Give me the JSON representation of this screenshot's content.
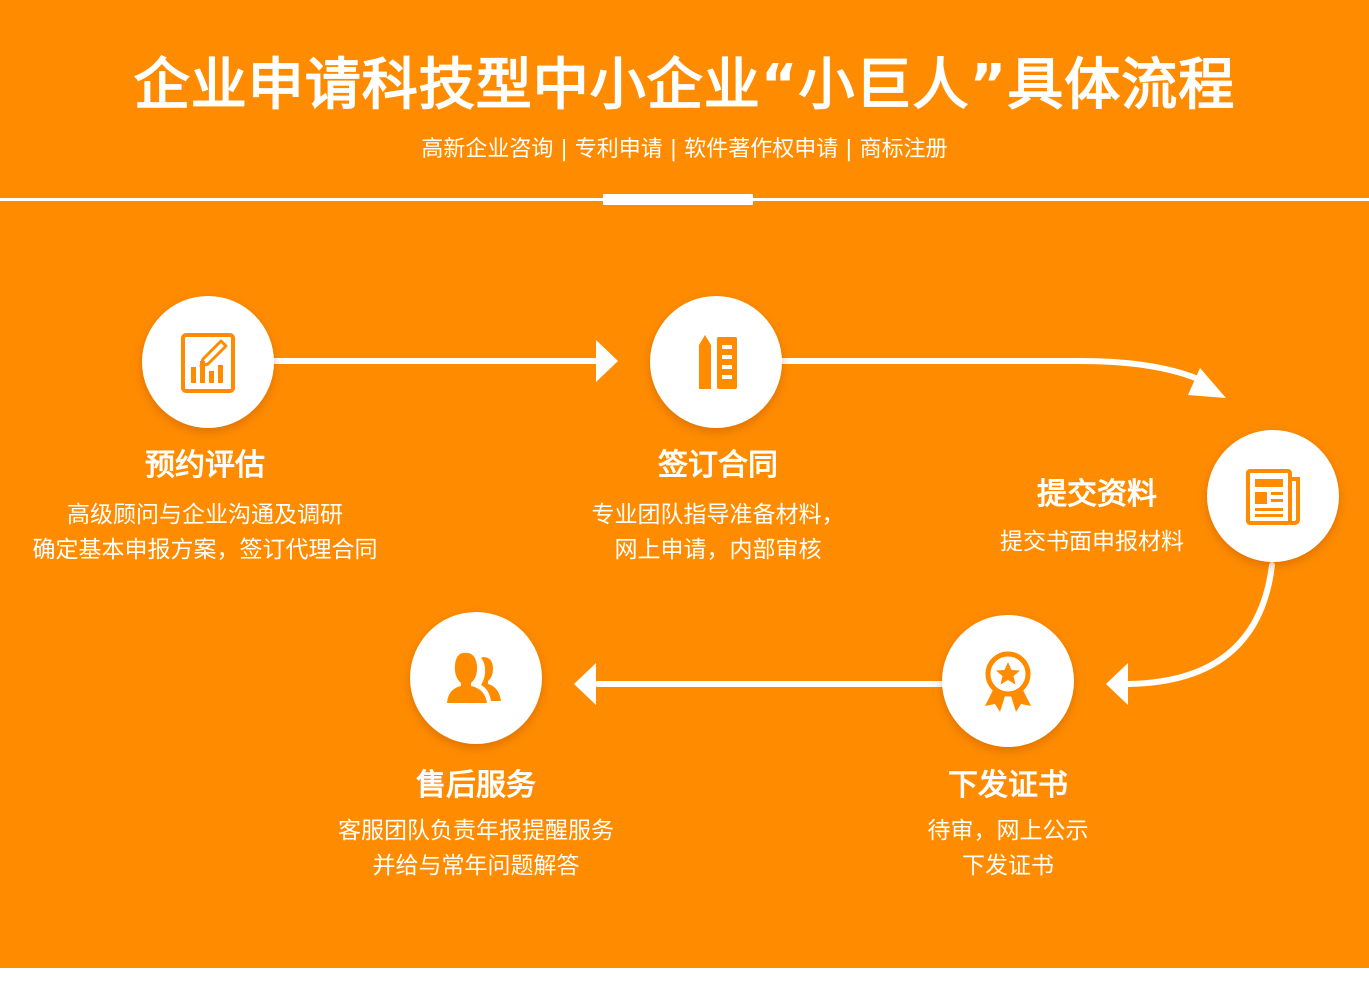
{
  "header": {
    "title": "企业申请科技型中小企业“小巨人”具体流程",
    "subtitle": "高新企业咨询 | 专利申请 | 软件著作权申请 | 商标注册"
  },
  "steps": [
    {
      "icon": "chart-report-icon",
      "title": "预约评估",
      "desc": [
        "高级顾问与企业沟通及调研",
        "确定基本申报方案，签订代理合同"
      ]
    },
    {
      "icon": "document-pen-icon",
      "title": "签订合同",
      "desc": [
        "专业团队指导准备材料，",
        "网上申请，内部审核"
      ]
    },
    {
      "icon": "newspaper-icon",
      "title": "提交资料",
      "desc": [
        "提交书面申报材料"
      ]
    },
    {
      "icon": "award-medal-icon",
      "title": "下发证书",
      "desc": [
        "待审，网上公示",
        "下发证书"
      ]
    },
    {
      "icon": "users-icon",
      "title": "售后服务",
      "desc": [
        "客服团队负责年报提醒服务",
        "并给与常年问题解答"
      ]
    }
  ],
  "colors": {
    "background": "#ff8c00",
    "accent": "#ff8c00",
    "foreground": "#ffffff"
  }
}
